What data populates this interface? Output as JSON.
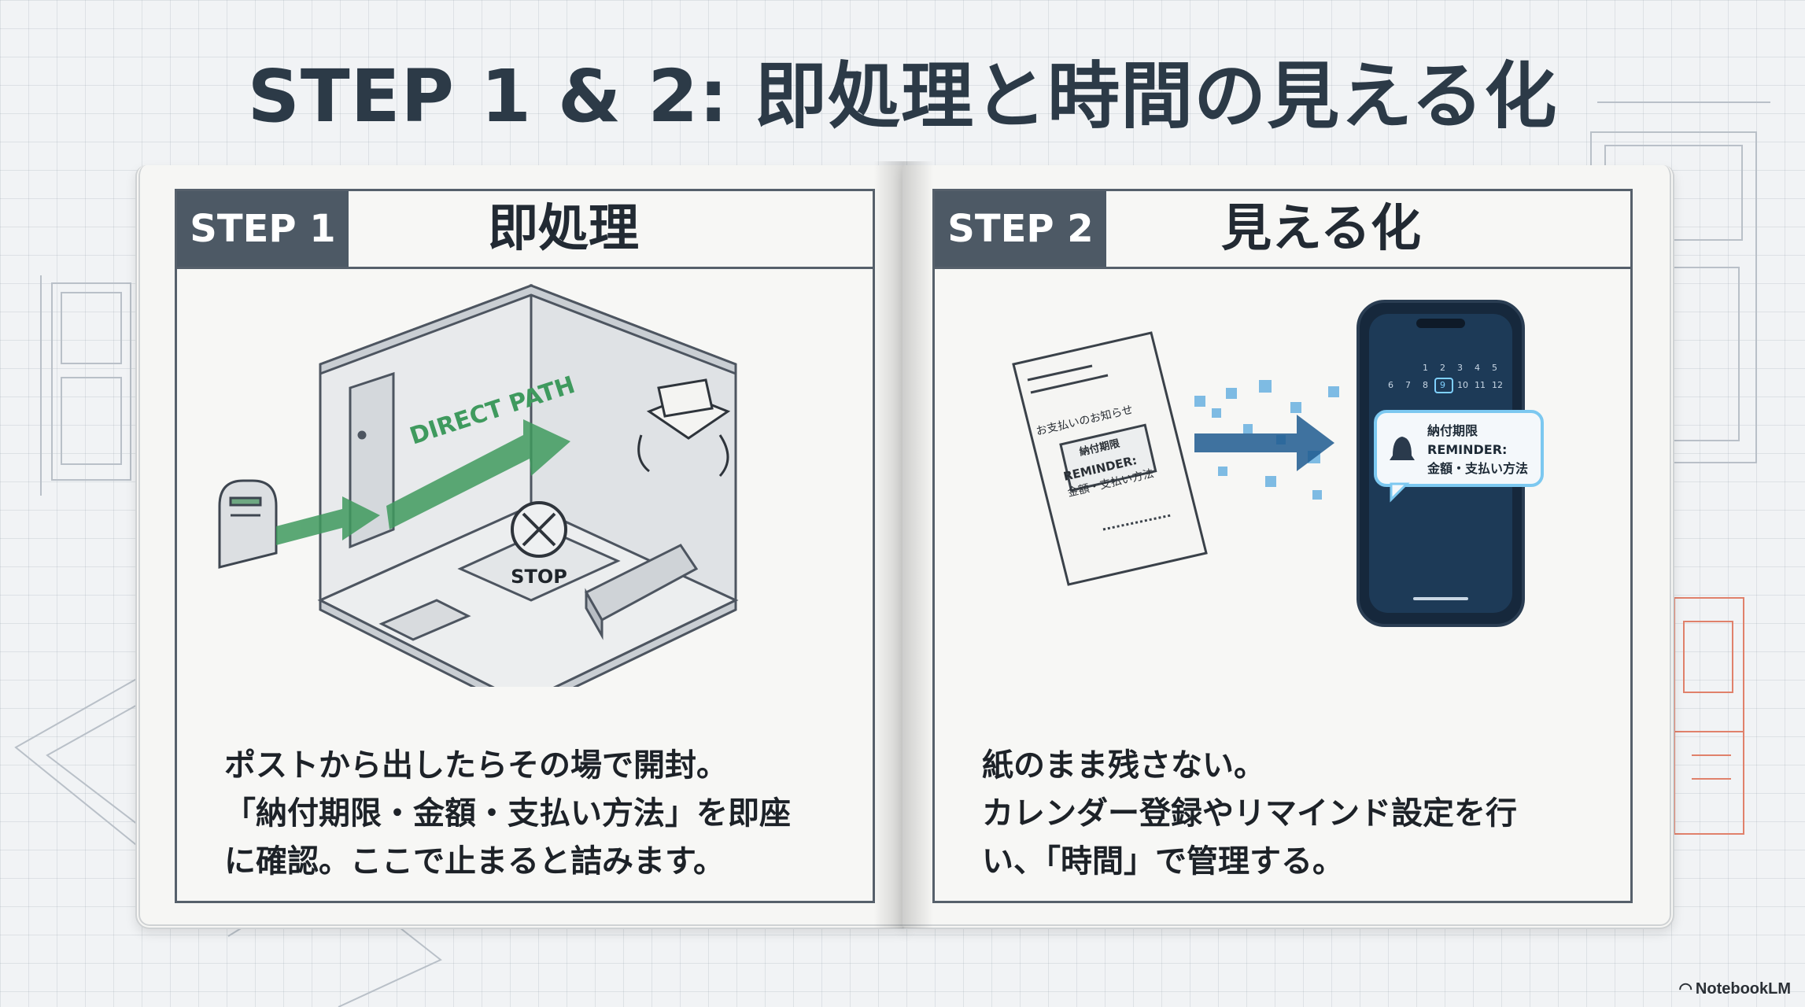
{
  "title": "STEP 1 & 2: 即処理と時間の見える化",
  "steps": [
    {
      "badge": "STEP 1",
      "heading": "即処理",
      "illustration": {
        "arrow_label": "DIRECT PATH",
        "stop_label": "STOP"
      },
      "lines": [
        "ポストから出したらその場で開封。",
        "「納付期限・金額・支払い方法」を即座",
        "に確認。ここで止まると詰みます。"
      ]
    },
    {
      "badge": "STEP 2",
      "heading": "見える化",
      "illustration": {
        "doc_header": "お支払いのお知らせ",
        "doc_table_header": "納付期限",
        "doc_reminder": "REMINDER:",
        "doc_reminder_detail": "金額・支払い方法",
        "calendar_days_row1": [
          "1",
          "2",
          "3",
          "4",
          "5"
        ],
        "calendar_days_row2": [
          "6",
          "7",
          "8",
          "9",
          "10",
          "11",
          "12"
        ],
        "calendar_highlight": "9",
        "notif_title": "納付期限",
        "notif_reminder": "REMINDER:",
        "notif_detail": "金額・支払い方法"
      },
      "lines": [
        "紙のまま残さない。",
        "カレンダー登録やリマインド設定を行",
        "い、「時間」で管理する。"
      ]
    }
  ],
  "brand": "NotebookLM",
  "colors": {
    "accent_green": "#3f9a5e",
    "accent_blue": "#1f6fb5",
    "phone_dark": "#16283c",
    "badge_gray": "#4d5965"
  }
}
